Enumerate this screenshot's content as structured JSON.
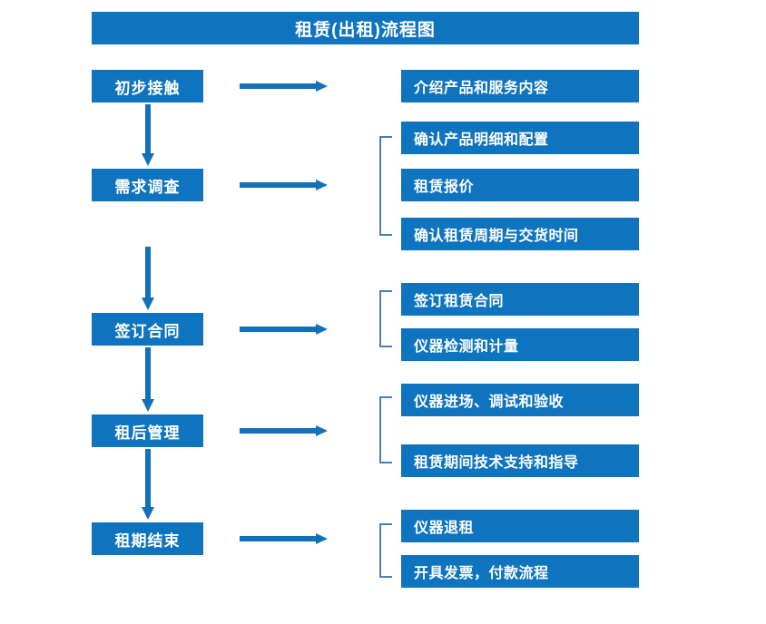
{
  "title": "租赁(出租)流程图",
  "colors": {
    "box_fill": "#0f74c0",
    "box_text": "#ffffff",
    "arrow": "#1271b8",
    "bracket": "#4a7ebb",
    "background": "#ffffff"
  },
  "stages": [
    {
      "label": "初步接触"
    },
    {
      "label": "需求调查"
    },
    {
      "label": "签订合同"
    },
    {
      "label": "租后管理"
    },
    {
      "label": "租期结束"
    }
  ],
  "details": [
    {
      "label": "介绍产品和服务内容"
    },
    {
      "label": "确认产品明细和配置"
    },
    {
      "label": "租赁报价"
    },
    {
      "label": "确认租赁周期与交货时间"
    },
    {
      "label": "签订租赁合同"
    },
    {
      "label": "仪器检测和计量"
    },
    {
      "label": "仪器进场、调试和验收"
    },
    {
      "label": "租赁期间技术支持和指导"
    },
    {
      "label": "仪器退租"
    },
    {
      "label": "开具发票，付款流程"
    }
  ]
}
